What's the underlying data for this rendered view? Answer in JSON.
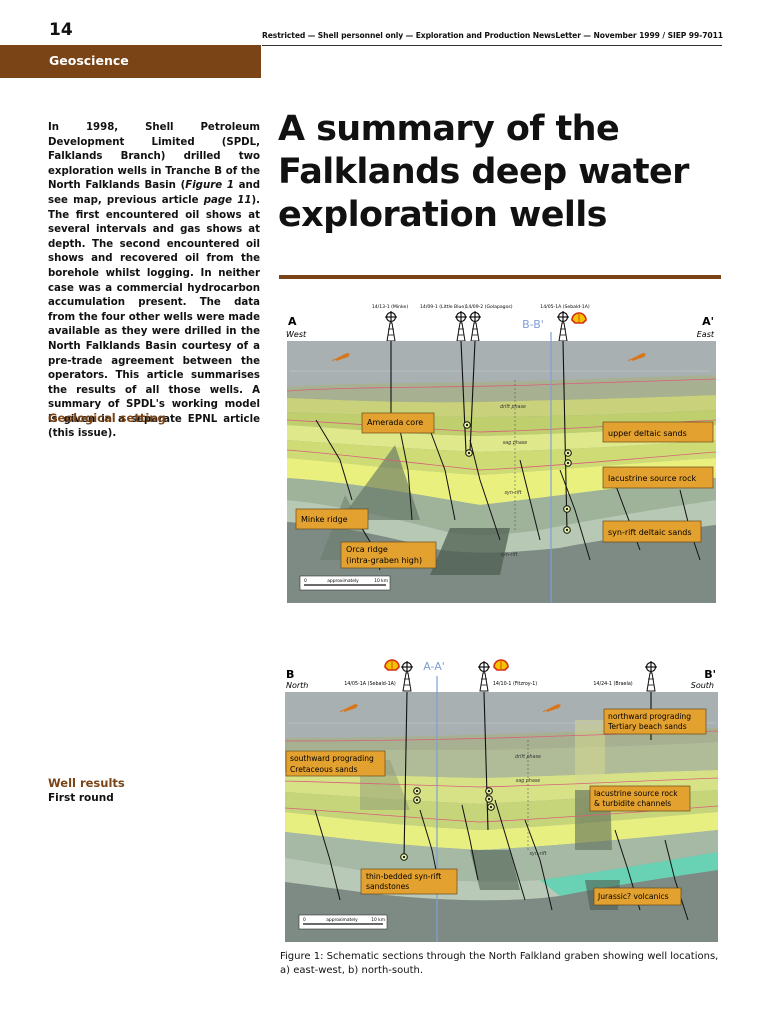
{
  "page_number": "14",
  "running_head": "Restricted — Shell personnel only — Exploration and Production NewsLetter — November 1999 / SIEP 99-7011",
  "section": "Geoscience",
  "title_lines": [
    "A summary of the",
    "Falklands deep water",
    "exploration wells"
  ],
  "intro": {
    "p1": "In 1998, Shell Petroleum Development Limited (SPDL, Falklands Branch) drilled two exploration wells in Tranche B of the North Falklands Basin (",
    "fig_ref": "Figure 1",
    "p2": " and see map, previous article ",
    "page_ref": "page 11",
    "p3": "). The first encountered oil shows at several intervals and gas shows at depth. The second encountered oil shows and recovered oil from the borehole whilst logging. In neither case was a commercial hydrocarbon accumulation present. The data from the four other wells were made available as they were drilled in the North Falklands Basin courtesy of a pre-trade agreement between the operators. This article summarises the results of all those wells. A summary of SPDL's working model is given in a separate EPNL article (this issue)."
  },
  "headings": {
    "geological_setting": "Geological setting",
    "well_results": "Well results",
    "first_round": "First round"
  },
  "figure_a": {
    "end_left": "A",
    "end_left_dir": "West",
    "end_right": "A'",
    "end_right_dir": "East",
    "cross_marker": "B-B'",
    "wells": [
      "14/13-1 (Minke)",
      "14/09-1 (Little Blue)",
      "14/09-2 (Golapagos)",
      "14/05-1A (Sebald-1A)"
    ],
    "labels": [
      "Amerada core",
      "upper deltaic sands",
      "lacustrine source rock",
      "Minke ridge",
      "syn-rift deltaic sands",
      "Orca ridge",
      "(intra-graben high)"
    ],
    "phases": [
      "drift phase",
      "sag phase",
      "syn-rift",
      "syn-rift"
    ],
    "scale": {
      "start": "0",
      "mid": "approximately",
      "end": "10 km"
    }
  },
  "figure_b": {
    "end_left": "B",
    "end_left_dir": "North",
    "end_right": "B'",
    "end_right_dir": "South",
    "cross_marker": "A-A'",
    "wells": [
      "14/05-1A (Sebald-1A)",
      "14/10-1 (Fitzroy-1)",
      "14/24-1 (Braela)"
    ],
    "labels": [
      "northward prograding",
      "Tertiary beach sands",
      "southward prograding",
      "Cretaceous sands",
      "lacustrine source rock",
      "& turbidite channels",
      "thin-bedded syn-rift",
      "sandstones",
      "Jurassic? volcanics"
    ],
    "phases": [
      "drift phase",
      "sag phase",
      "syn-rift"
    ],
    "scale": {
      "start": "0",
      "mid": "approximately",
      "end": "10 km"
    }
  },
  "caption": "Figure 1: Schematic sections through the North Falkland graben showing well locations, a) east-west, b) north-south.",
  "colors": {
    "brown": "#7a4417",
    "label_fill": "#e3a12f",
    "shell_red": "#d42e12",
    "shell_yellow": "#f5c400",
    "marker_blue": "#7f9fd6"
  }
}
